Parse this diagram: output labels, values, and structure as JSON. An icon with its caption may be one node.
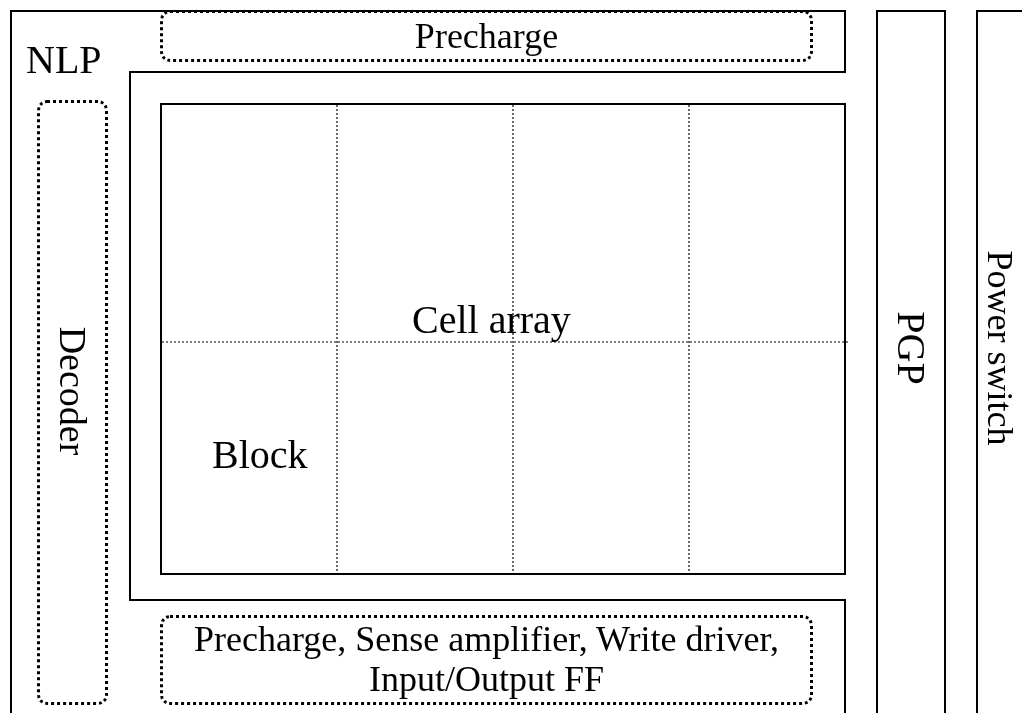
{
  "diagram": {
    "nodes": [
      {
        "text": [
          "NLP"
        ]
      },
      {
        "text": [
          "Precharge"
        ],
        "in": 0
      },
      {
        "text": [
          "Decoder"
        ],
        "in": 0
      },
      {
        "text": [
          "Precharge, Sense amplifier, Write driver, Input/Output FF"
        ],
        "in": 0
      },
      {
        "text": [
          "Cell array"
        ],
        "in": 0
      },
      {
        "text": [
          "PGP"
        ]
      },
      {
        "text": [
          "Power switch"
        ]
      }
    ],
    "edges": [],
    "labels": [
      "Block"
    ]
  }
}
